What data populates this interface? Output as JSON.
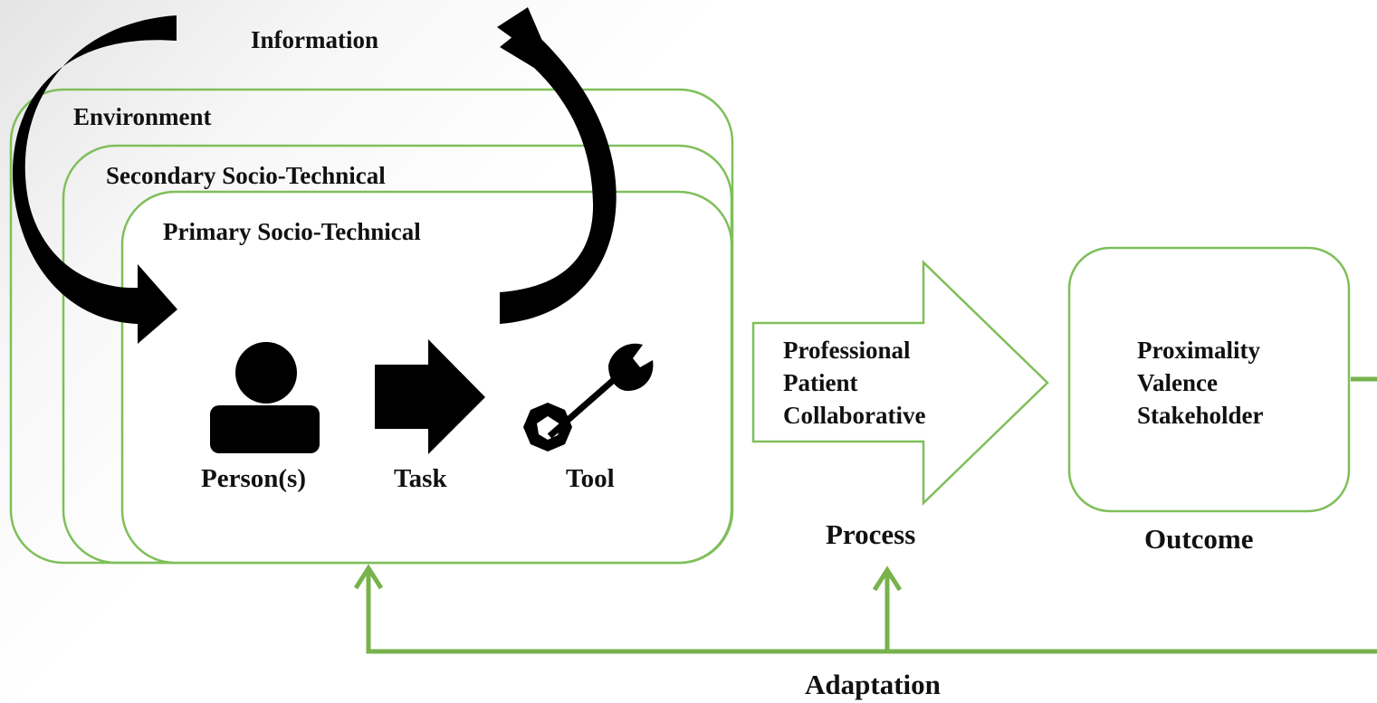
{
  "colors": {
    "frame": "#7fbf5a",
    "feedback": "#77b24c",
    "icon": "#000000",
    "text": "#111111"
  },
  "labels": {
    "information": "Information",
    "environment": "Environment",
    "secondary": "Secondary Socio-Technical",
    "primary": "Primary Socio-Technical",
    "person": "Person(s)",
    "task": "Task",
    "tool": "Tool",
    "process": "Process",
    "outcome": "Outcome",
    "adaptation": "Adaptation"
  },
  "process_items": [
    "Professional",
    "Patient",
    "Collaborative"
  ],
  "outcome_items": [
    "Proximality",
    "Valence",
    "Stakeholder"
  ],
  "icons": {
    "person": "person-icon",
    "task": "arrow-right-icon",
    "tool": "wrench-icon",
    "information_in": "curved-arrow-down-icon",
    "information_out": "curved-arrow-up-icon"
  }
}
